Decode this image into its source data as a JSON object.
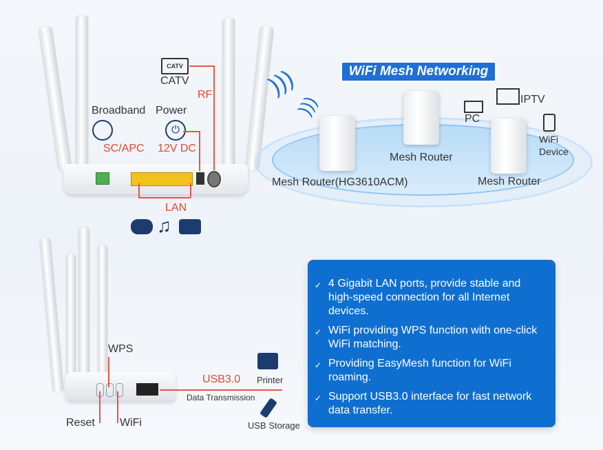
{
  "title": "WiFi Mesh Networking",
  "top_router": {
    "catv_icon_text": "CATV",
    "catv": "CATV",
    "rf": "RF",
    "broadband": "Broadband",
    "power": "Power",
    "sc_apc": "SC/APC",
    "dc": "12V DC",
    "lan": "LAN"
  },
  "mesh": {
    "main": "Mesh Router(HG3610ACM)",
    "center": "Mesh Router",
    "right": "Mesh Router",
    "pc": "PC",
    "iptv": "IPTV",
    "wifi_device_1": "WiFi",
    "wifi_device_2": "Device"
  },
  "bottom_router": {
    "wps": "WPS",
    "reset": "Reset",
    "wifi": "WiFi",
    "usb": "USB3.0",
    "printer": "Printer",
    "data_transmission": "Data Transmission",
    "usb_storage": "USB Storage"
  },
  "features": [
    [
      "4 Gigabit LAN ports, provide stable and",
      "high-speed connection for all Internet",
      "devices."
    ],
    [
      "WiFi providing WPS function with one-click",
      "WiFi matching."
    ],
    [
      "Providing EasyMesh function for WiFi",
      "roaming."
    ],
    [
      "Support USB3.0 interface for fast network",
      "data transfer."
    ]
  ],
  "colors": {
    "accent_blue": "#0f6fd1",
    "label_red": "#e2472f",
    "port_yellow": "#f2c21b"
  }
}
